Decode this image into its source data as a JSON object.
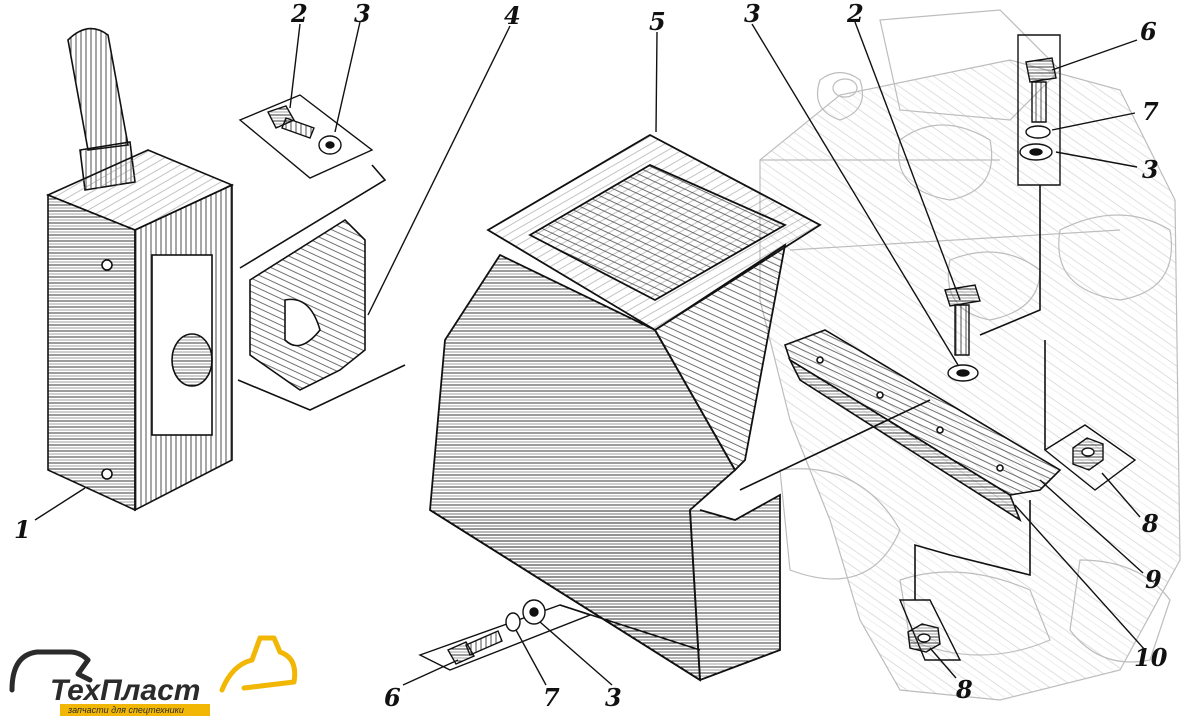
{
  "callouts": [
    {
      "id": "c1",
      "text": "1"
    },
    {
      "id": "c2a",
      "text": "2"
    },
    {
      "id": "c3a",
      "text": "3"
    },
    {
      "id": "c4",
      "text": "4"
    },
    {
      "id": "c5",
      "text": "5"
    },
    {
      "id": "c3b",
      "text": "3"
    },
    {
      "id": "c2b",
      "text": "2"
    },
    {
      "id": "c6a",
      "text": "6"
    },
    {
      "id": "c7a",
      "text": "7"
    },
    {
      "id": "c3c",
      "text": "3"
    },
    {
      "id": "c8a",
      "text": "8"
    },
    {
      "id": "c9",
      "text": "9"
    },
    {
      "id": "c10",
      "text": "10"
    },
    {
      "id": "c8b",
      "text": "8"
    },
    {
      "id": "c6b",
      "text": "6"
    },
    {
      "id": "c7b",
      "text": "7"
    },
    {
      "id": "c3d",
      "text": "3"
    }
  ],
  "logo": {
    "name": "ТехПласт",
    "tagline": "запчасти для спецтехники",
    "accent_color": "#f2b705",
    "icon": "excavator-icon"
  },
  "colors": {
    "ink": "#111111",
    "background_sketch": "#bdbdbd"
  }
}
